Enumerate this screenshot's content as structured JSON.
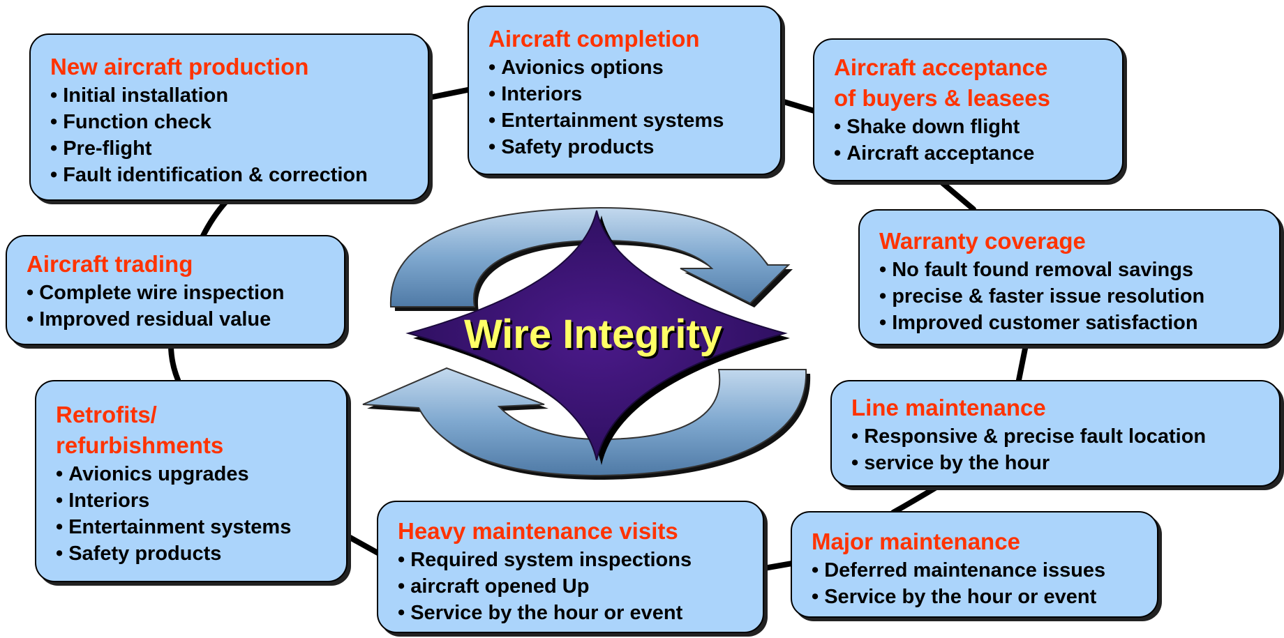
{
  "center": {
    "label": "Wire Integrity"
  },
  "nodes": {
    "new_aircraft_production": {
      "title": "New aircraft production",
      "items": [
        "Initial installation",
        "Function check",
        "Pre-flight",
        "Fault identification & correction"
      ]
    },
    "aircraft_completion": {
      "title": "Aircraft completion",
      "items": [
        "Avionics options",
        "Interiors",
        "Entertainment systems",
        "Safety products"
      ]
    },
    "aircraft_acceptance": {
      "title_line1": "Aircraft acceptance",
      "title_line2": "of buyers & leasees",
      "items": [
        "Shake down flight",
        "Aircraft acceptance"
      ]
    },
    "aircraft_trading": {
      "title": "Aircraft trading",
      "items": [
        "Complete wire inspection",
        "Improved residual value"
      ]
    },
    "warranty_coverage": {
      "title": "Warranty coverage",
      "items": [
        "No fault found removal savings",
        "precise & faster issue resolution",
        "Improved customer satisfaction"
      ]
    },
    "retrofits": {
      "title_line1": "Retrofits/",
      "title_line2": "refurbishments",
      "items": [
        "Avionics upgrades",
        "Interiors",
        "Entertainment systems",
        "Safety products"
      ]
    },
    "line_maintenance": {
      "title": "Line maintenance",
      "items": [
        "Responsive & precise fault location",
        "service by the hour"
      ]
    },
    "heavy_maintenance": {
      "title": "Heavy maintenance visits",
      "items": [
        "Required system inspections",
        "aircraft opened Up",
        "Service by the hour or event"
      ]
    },
    "major_maintenance": {
      "title": "Major maintenance",
      "items": [
        "Deferred maintenance issues",
        "Service by the hour or event"
      ]
    }
  },
  "colors": {
    "box_fill": "#abd4fb",
    "title_text": "#ff3300",
    "center_label": "#ffff66",
    "diamond": "#3a1470",
    "arrows": "#7fa8cf"
  }
}
